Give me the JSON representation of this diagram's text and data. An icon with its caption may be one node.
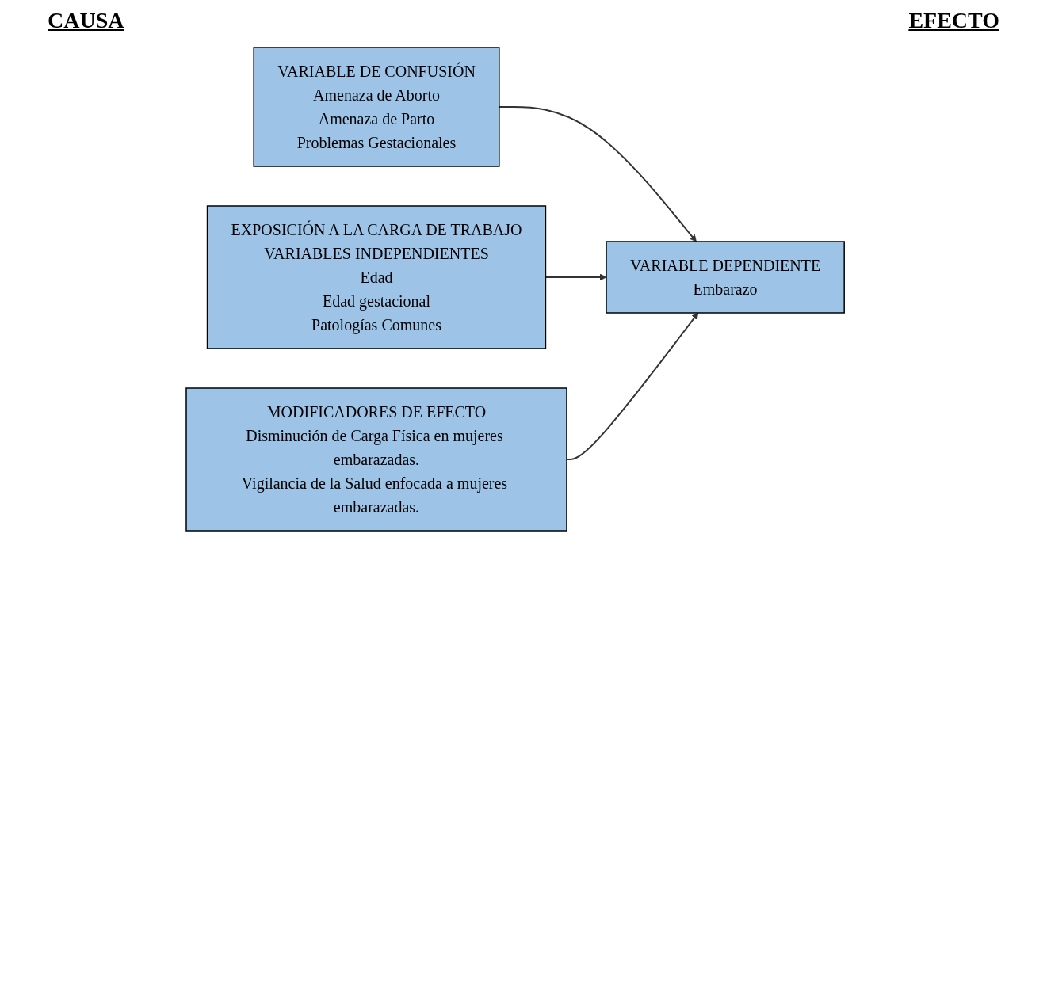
{
  "diagram": {
    "nodes": [
      {
        "text": [
          "VARIABLE DE CONFUSIÓN",
          "Amenaza de Aborto",
          "Amenaza de Parto",
          "Problemas Gestacionales"
        ]
      },
      {
        "text": [
          "EXPOSICIÓN A LA CARGA DE TRABAJO",
          "VARIABLES INDEPENDIENTES",
          "Edad",
          "Edad gestacional",
          "Patologías Comunes"
        ]
      },
      {
        "text": [
          "VARIABLE DEPENDIENTE",
          "Embarazo"
        ]
      },
      {
        "text": [
          "MODIFICADORES DE EFECTO",
          "Disminución de Carga Física en mujeres embarazadas.",
          "Vigilancia de la Salud enfocada a mujeres embarazadas."
        ]
      }
    ],
    "edges": [
      {
        "from": 0,
        "to": 2,
        "arrow": "to"
      },
      {
        "from": 1,
        "to": 2,
        "arrow": "to"
      },
      {
        "from": 3,
        "to": 2,
        "arrow": "to"
      }
    ],
    "labels": [
      "CAUSA",
      "EFECTO"
    ]
  }
}
